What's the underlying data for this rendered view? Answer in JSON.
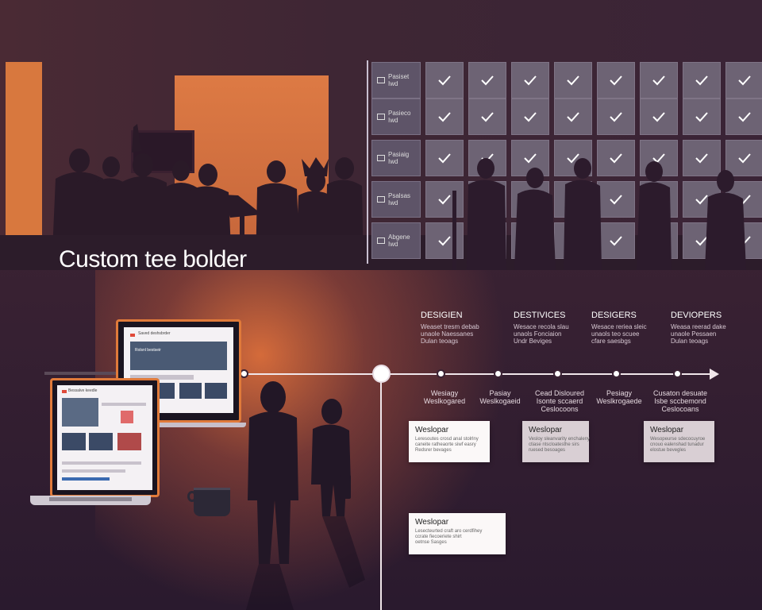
{
  "heading": "Custom tee bolder",
  "grid": {
    "rows": [
      {
        "label": "Pasiset\nIwd"
      },
      {
        "label": "Pasieco\nIwd"
      },
      {
        "label": "Pasiaig\nIwd"
      },
      {
        "label": "Psalsas\nIwd"
      },
      {
        "label": "Abgene\nIwd"
      }
    ],
    "columns": 8,
    "check_symbol": "check"
  },
  "timeline": {
    "phases": [
      {
        "title": "DESIGIEN",
        "sub": "Weaset tresm debab\nunaole Naessanes\nDulan teoags"
      },
      {
        "title": "DESTIVICES",
        "sub": "Wesace recola slau\nunaols Fonciaion\nUndr Beviges"
      },
      {
        "title": "DESIGERS",
        "sub": "Wesace reriea sleic\nunaols teo scuee\ncfare saesbgs"
      },
      {
        "title": "DEVIOPERS",
        "sub": "Weasa reerad dake\nunaole Pessaen\nDulan teoags"
      }
    ],
    "below_labels": [
      {
        "text": "Wesiagy\nWeslkogared"
      },
      {
        "text": "Pasiay\nWeslkogaeid"
      },
      {
        "text": "Cead Disloured\nIsonte sccaerd\nCeslocoons"
      },
      {
        "text": "Pesiagy\nWeslkrogaede"
      },
      {
        "text": "Cusaton desuate\nIsbe sccbemond\nCeslocoans"
      }
    ],
    "cards": [
      {
        "title": "Weslopar",
        "body": "Leresoutes crosd anal stolrlny\ncaneite ratheaorte siwf easry\nRedsrer bevages"
      },
      {
        "title": "Weslopar",
        "body": "Vesloy sleanvarity enchaleny\nctiase ntscloatesthe sirs\nruesed besoages"
      },
      {
        "title": "Weslopar",
        "body": "Wesopeurse sdecocuyroe\ncnouo ealenshad tunadur\nelostue bevegles"
      },
      {
        "title": "Weslopar",
        "body": "Lesecteurted craft aro cerdfihey\nccrate fiecoeriete shirt\noetnse Sasges"
      }
    ]
  },
  "laptops": {
    "back": {
      "header": "Saved deshsbrder",
      "banner": "Rolsnl bestseir"
    },
    "front": {
      "header": "Bessalve keedle"
    }
  }
}
